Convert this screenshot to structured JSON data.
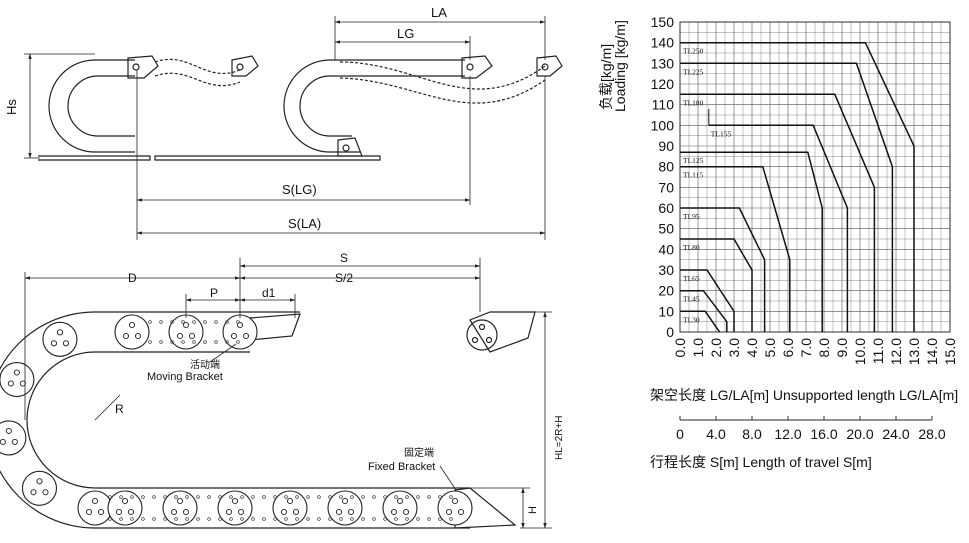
{
  "diagram": {
    "top_left": {
      "la_label": "LA",
      "lg_label": "LG",
      "hs_label": "Hs",
      "s_lg_label": "S(LG)",
      "s_la_label": "S(LA)"
    },
    "bottom_left": {
      "s_label": "S",
      "d_label": "D",
      "s_half_label": "S/2",
      "p_label": "P",
      "d1_label": "d1",
      "r_label": "R",
      "h_label": "H",
      "hl_label": "HL=2R+H",
      "moving_cn": "活动端",
      "moving_en": "Moving Bracket",
      "fixed_cn": "固定端",
      "fixed_en": "Fixed Bracket"
    }
  },
  "chart_data": {
    "type": "line",
    "ylabel_cn": "负载[kg/m]",
    "ylabel_en": "Loading [kg/m]",
    "xlabel": "架空长度 LG/LA[m]  Unsupported length LG/LA[m]",
    "x2label": "行程长度 S[m]  Length of travel S[m]",
    "yticks": [
      "0",
      "10",
      "20",
      "30",
      "40",
      "50",
      "60",
      "70",
      "80",
      "90",
      "100",
      "110",
      "120",
      "130",
      "140",
      "150"
    ],
    "xticks": [
      "0.0",
      "1.0",
      "2.0",
      "3.0",
      "4.0",
      "5.0",
      "6.0",
      "7.0",
      "8.0",
      "9.0",
      "10.0",
      "11.0",
      "12.0",
      "13.0",
      "14.0",
      "15.0"
    ],
    "x2ticks": [
      "0",
      "4.0",
      "8.0",
      "12.0",
      "16.0",
      "20.0",
      "24.0",
      "28.0"
    ],
    "xlim": [
      0,
      15
    ],
    "ylim": [
      0,
      150
    ],
    "series": [
      {
        "name": "TL250",
        "points": [
          [
            0,
            140
          ],
          [
            10.3,
            140
          ],
          [
            13.0,
            90
          ],
          [
            13.0,
            0
          ]
        ]
      },
      {
        "name": "TL225",
        "points": [
          [
            0,
            130
          ],
          [
            9.8,
            130
          ],
          [
            11.8,
            80
          ],
          [
            11.8,
            0
          ]
        ]
      },
      {
        "name": "TL180",
        "points": [
          [
            0,
            115
          ],
          [
            8.6,
            115
          ],
          [
            10.8,
            70
          ],
          [
            10.8,
            0
          ]
        ]
      },
      {
        "name": "TL155",
        "points": [
          [
            1.6,
            100
          ],
          [
            1.6,
            100
          ],
          [
            7.4,
            100
          ],
          [
            9.3,
            60
          ],
          [
            9.3,
            0
          ]
        ]
      },
      {
        "name": "TL125",
        "points": [
          [
            0,
            87
          ],
          [
            7.1,
            87
          ],
          [
            7.9,
            60
          ],
          [
            7.9,
            0
          ]
        ]
      },
      {
        "name": "TL115",
        "points": [
          [
            0,
            80
          ],
          [
            4.6,
            80
          ],
          [
            6.1,
            35
          ],
          [
            6.1,
            0
          ]
        ]
      },
      {
        "name": "TL95",
        "points": [
          [
            0,
            60
          ],
          [
            3.3,
            60
          ],
          [
            4.7,
            35
          ],
          [
            4.7,
            0
          ]
        ]
      },
      {
        "name": "TL80",
        "points": [
          [
            0,
            45
          ],
          [
            3.0,
            45
          ],
          [
            4.0,
            30
          ],
          [
            4.0,
            0
          ]
        ]
      },
      {
        "name": "TL65",
        "points": [
          [
            0,
            30
          ],
          [
            1.5,
            30
          ],
          [
            3.0,
            10
          ],
          [
            3.0,
            0
          ]
        ]
      },
      {
        "name": "TL45",
        "points": [
          [
            0,
            20
          ],
          [
            1.3,
            20
          ],
          [
            2.6,
            5
          ],
          [
            2.6,
            0
          ]
        ]
      },
      {
        "name": "TL30",
        "points": [
          [
            0,
            10
          ],
          [
            1.4,
            10
          ],
          [
            2.2,
            0
          ]
        ]
      }
    ]
  }
}
